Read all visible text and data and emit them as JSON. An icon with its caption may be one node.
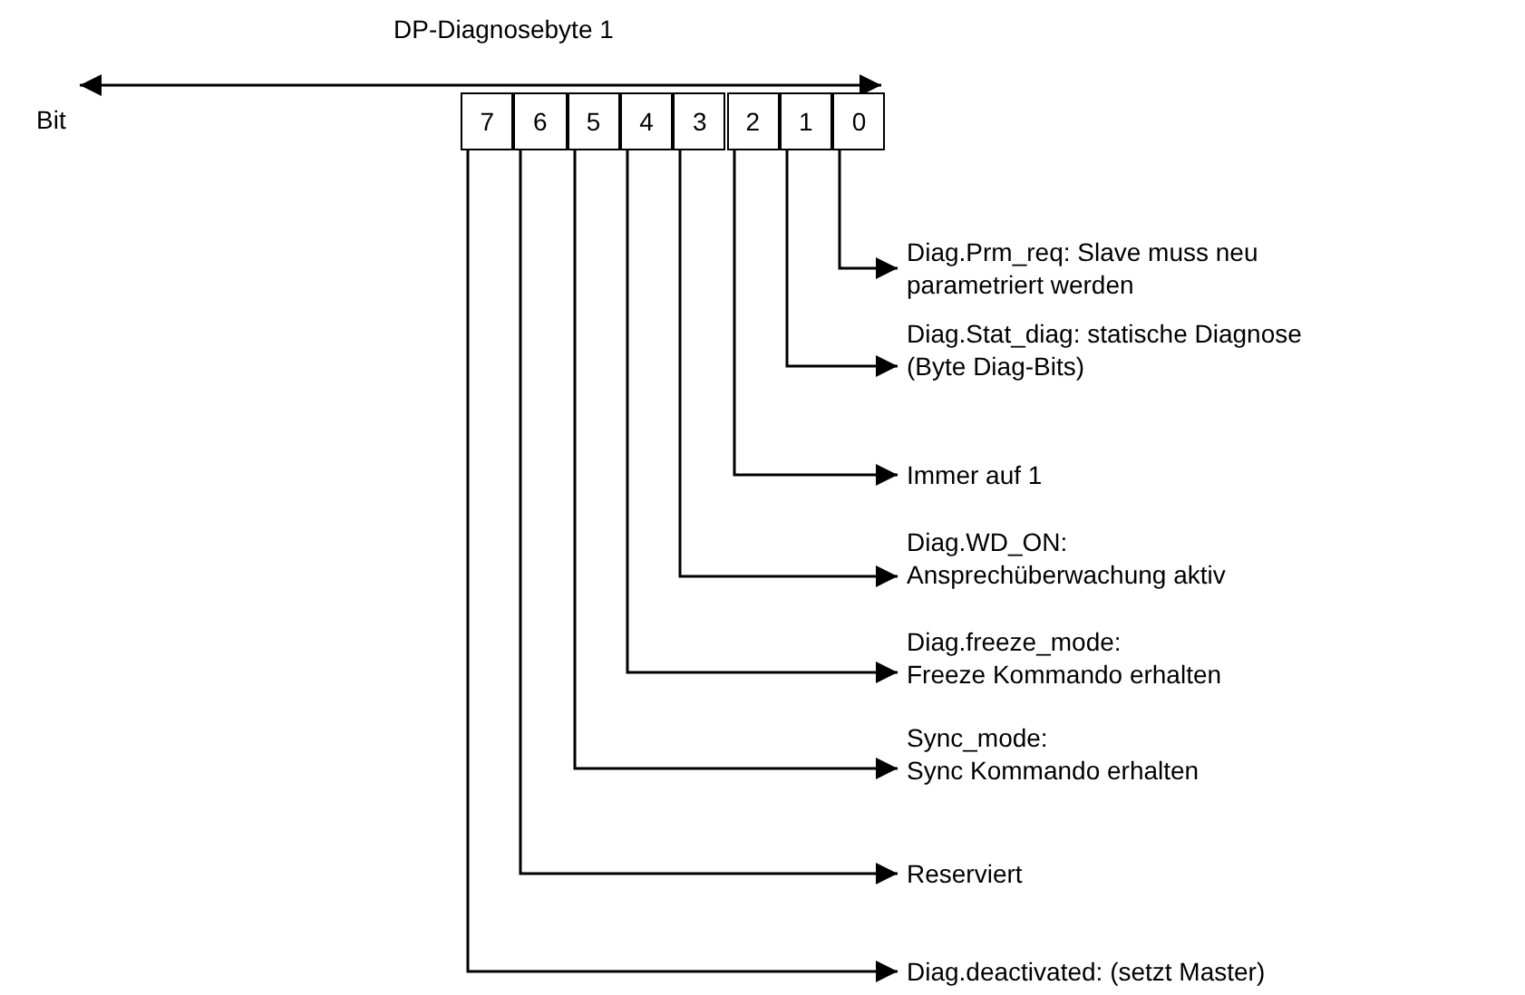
{
  "diagram": {
    "title": "DP-Diagnosebyte 1",
    "nodes": [
      {
        "text": [
          "7"
        ]
      },
      {
        "text": [
          "6"
        ]
      },
      {
        "text": [
          "5"
        ]
      },
      {
        "text": [
          "4"
        ]
      },
      {
        "text": [
          "3"
        ]
      },
      {
        "text": [
          "2"
        ]
      },
      {
        "text": [
          "1"
        ]
      },
      {
        "text": [
          "0"
        ]
      },
      {
        "text": [
          "Diag.Prm_req: Slave muss neu parametriert werden"
        ]
      },
      {
        "text": [
          "Diag.Stat_diag: statische Diagnose (Byte Diag-Bits)"
        ]
      },
      {
        "text": [
          "Immer auf 1"
        ]
      },
      {
        "text": [
          "Diag.WD_ON:",
          "Ansprechüberwachung aktiv"
        ]
      },
      {
        "text": [
          "Diag.freeze_mode:",
          "Freeze Kommando erhalten"
        ]
      },
      {
        "text": [
          "Sync_mode:",
          "Sync Kommando erhalten"
        ]
      },
      {
        "text": [
          "Reserviert"
        ]
      },
      {
        "text": [
          "Diag.deactivated: (setzt Master)"
        ]
      }
    ],
    "edges": [
      {
        "from": 7,
        "to": 8,
        "arrow": "to"
      },
      {
        "from": 6,
        "to": 9,
        "arrow": "to"
      },
      {
        "from": 5,
        "to": 10,
        "arrow": "to"
      },
      {
        "from": 4,
        "to": 11,
        "arrow": "to"
      },
      {
        "from": 3,
        "to": 12,
        "arrow": "to"
      },
      {
        "from": 2,
        "to": 13,
        "arrow": "to"
      },
      {
        "from": 1,
        "to": 14,
        "arrow": "to"
      },
      {
        "from": 0,
        "to": 15,
        "arrow": "to"
      }
    ],
    "labels": [
      "Bit"
    ]
  }
}
